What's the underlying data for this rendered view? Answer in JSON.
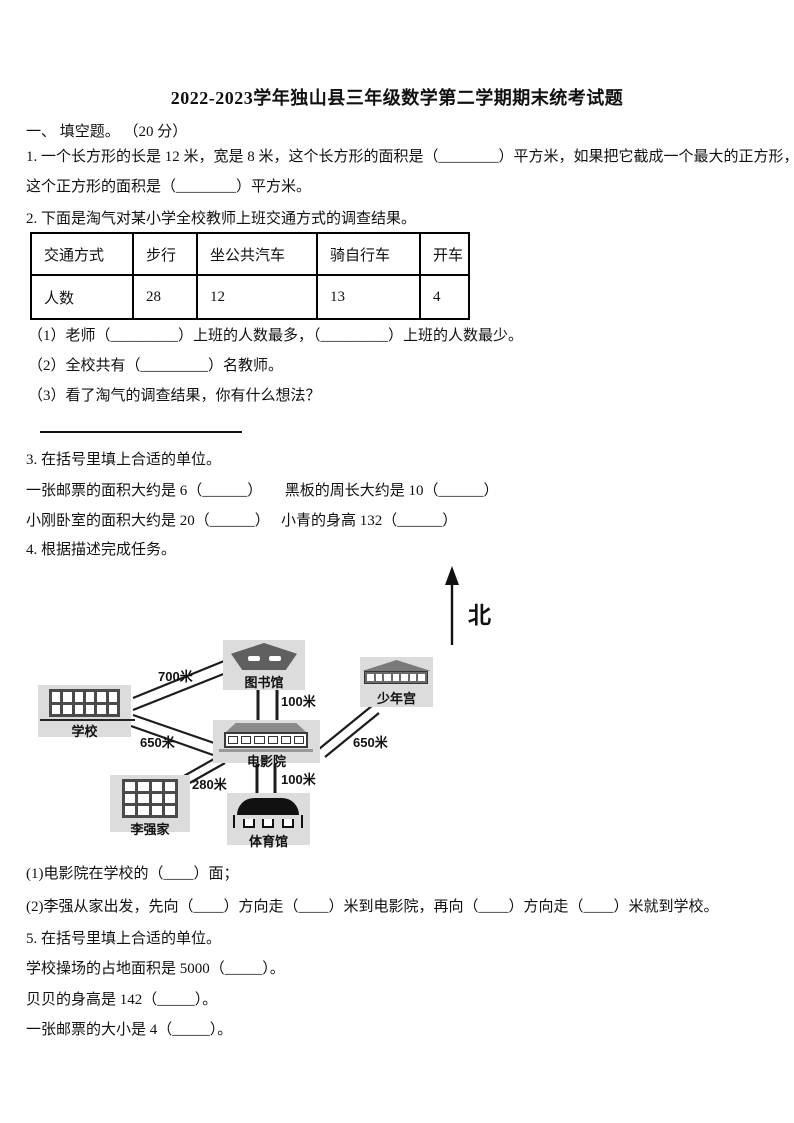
{
  "page": {
    "title": "2022-2023学年独山县三年级数学第二学期期末统考试题"
  },
  "section1": {
    "heading": "一、 填空题。 （20 分）"
  },
  "q1": {
    "line1": "1. 一个长方形的长是 12 米，宽是 8 米，这个长方形的面积是（________）平方米，如果把它截成一个最大的正方形，",
    "line2": "这个正方形的面积是（________）平方米。"
  },
  "q2": {
    "intro": "2. 下面是淘气对某小学全校教师上班交通方式的调查结果。",
    "table": {
      "headers": [
        "交通方式",
        "步行",
        "坐公共汽车",
        "骑自行车",
        "开车"
      ],
      "row_label": "人数",
      "values": [
        "28",
        "12",
        "13",
        "4"
      ]
    },
    "sub1": "（1）老师（_________）上班的人数最多，（_________）上班的人数最少。",
    "sub2": "（2）全校共有（_________）名教师。",
    "sub3": "（3）看了淘气的调查结果，你有什么想法？"
  },
  "q3": {
    "intro": "3. 在括号里填上合适的单位。",
    "line1": "一张邮票的面积大约是 6（______）　　黑板的周长大约是 10（______）",
    "line2": "小刚卧室的面积大约是 20（______）　 小青的身高 132（______）"
  },
  "q4": {
    "intro": "4. 根据描述完成任务。",
    "map": {
      "north": "北",
      "school": "学校",
      "library": "图书馆",
      "palace": "少年宫",
      "cinema": "电影院",
      "home": "李强家",
      "gym": "体育馆",
      "d_school_library": "700米",
      "d_library_cinema": "100米",
      "d_school_cinema": "650米",
      "d_cinema_palace": "650米",
      "d_home_cinema": "280米",
      "d_cinema_gym": "100米"
    },
    "sub1": "(1)电影院在学校的（____）面；",
    "sub2": "(2)李强从家出发，先向（____）方向走（____）米到电影院，再向（____）方向走（____）米就到学校。"
  },
  "q5": {
    "intro": "5. 在括号里填上合适的单位。",
    "line1": "学校操场的占地面积是 5000（_____）。",
    "line2": "贝贝的身高是 142（_____）。",
    "line3": "一张邮票的大小是 4（_____）。"
  }
}
